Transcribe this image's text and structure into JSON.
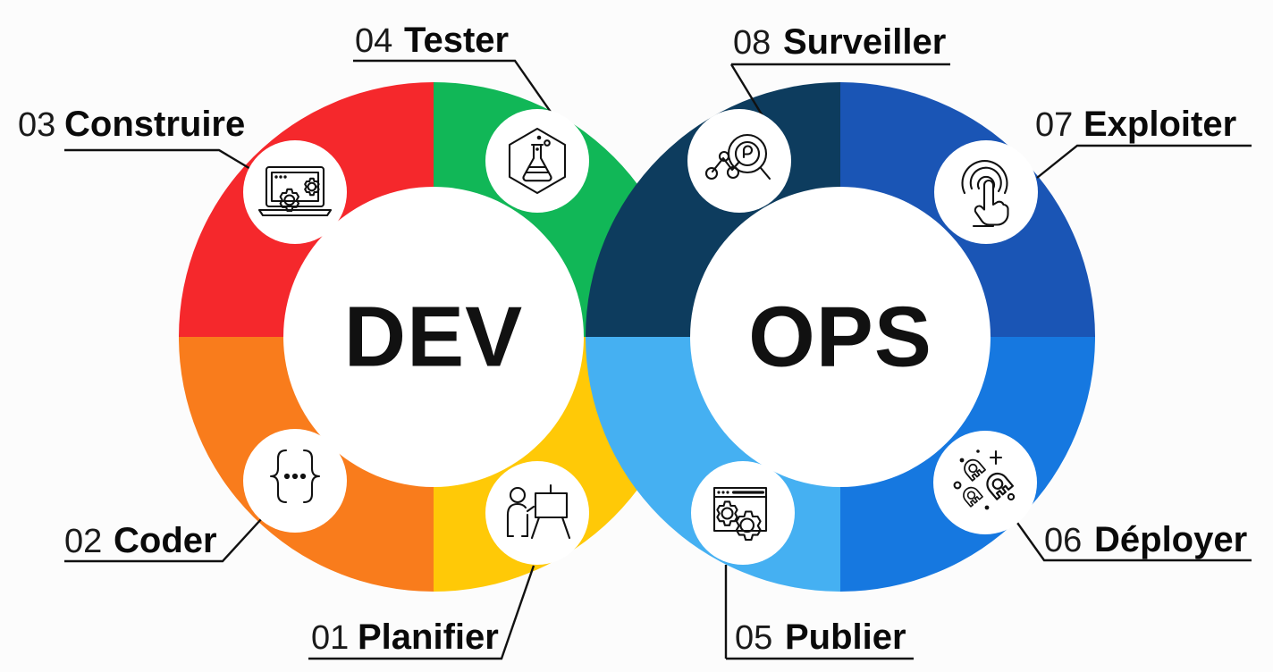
{
  "diagram": {
    "type": "devops-infinity-loop",
    "language": "fr",
    "background_color": "#fcfcfc",
    "left_core_label": "DEV",
    "right_core_label": "OPS"
  },
  "stages": [
    {
      "number": "01",
      "label": "Planifier",
      "icon": "presentation-board-icon",
      "color": "#ffc907",
      "side": "dev",
      "position": "bottom-right-of-dev"
    },
    {
      "number": "02",
      "label": "Coder",
      "icon": "curly-braces-icon",
      "color": "#f97c1c",
      "side": "dev",
      "position": "bottom-left-of-dev"
    },
    {
      "number": "03",
      "label": "Construire",
      "icon": "laptop-gear-icon",
      "color": "#f5282c",
      "side": "dev",
      "position": "top-left-of-dev"
    },
    {
      "number": "04",
      "label": "Tester",
      "icon": "flask-hexagon-icon",
      "color": "#11b757",
      "side": "dev",
      "position": "top-right-of-dev"
    },
    {
      "number": "05",
      "label": "Publier",
      "icon": "browser-gears-icon",
      "color": "#45b0f2",
      "side": "ops",
      "position": "bottom-left-of-ops"
    },
    {
      "number": "06",
      "label": "Déployer",
      "icon": "rockets-icon",
      "color": "#1678e0",
      "side": "ops",
      "position": "bottom-right-of-ops"
    },
    {
      "number": "07",
      "label": "Exploiter",
      "icon": "tap-hand-signal-icon",
      "color": "#1a55b5",
      "side": "ops",
      "position": "top-right-of-ops"
    },
    {
      "number": "08",
      "label": "Surveiller",
      "icon": "magnifier-analytics-icon",
      "color": "#0d3c5e",
      "side": "ops",
      "position": "top-left-of-ops"
    }
  ]
}
